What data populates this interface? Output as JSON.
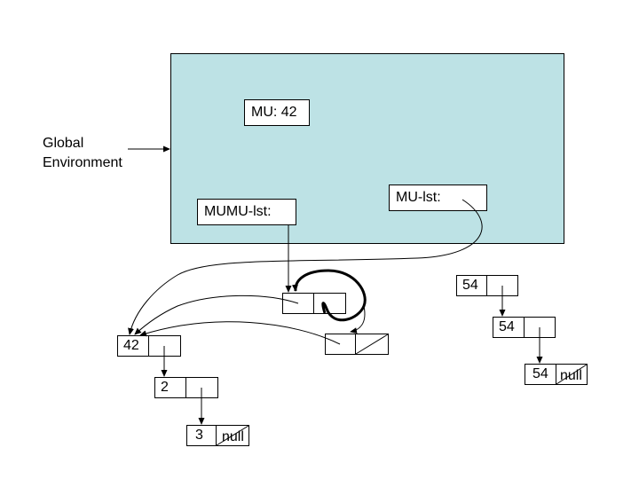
{
  "global_label": [
    "Global",
    "Environment"
  ],
  "bindings": {
    "mu": "MU: 42",
    "mumu_lst": "MUMU-lst:",
    "mu_lst": "MU-lst:"
  },
  "list_one": [
    "42",
    "2",
    "3"
  ],
  "list_two": [
    "54",
    "54",
    "54"
  ],
  "null_label": "null"
}
